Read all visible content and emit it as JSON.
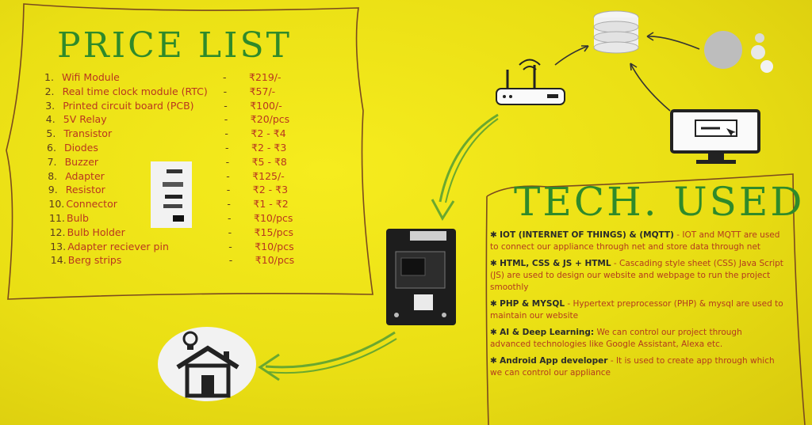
{
  "price_list": {
    "title": "PRICE LIST",
    "items": [
      {
        "num": "1.",
        "name": "Wifi Module",
        "price": "₹219/-"
      },
      {
        "num": "2.",
        "name": "Real time clock module (RTC)",
        "price": "₹57/-"
      },
      {
        "num": "3.",
        "name": "Printed circuit board (PCB)",
        "price": "₹100/-"
      },
      {
        "num": "4.",
        "name": "5V Relay",
        "price": "₹20/pcs"
      },
      {
        "num": "5.",
        "name": "Transistor",
        "price": "₹2 - ₹4"
      },
      {
        "num": "6.",
        "name": "Diodes",
        "price": "₹2 - ₹3"
      },
      {
        "num": "7.",
        "name": "Buzzer",
        "price": "₹5 - ₹8"
      },
      {
        "num": "8.",
        "name": "Adapter",
        "price": "₹125/-"
      },
      {
        "num": "9.",
        "name": "Resistor",
        "price": "₹2 - ₹3"
      },
      {
        "num": "10.",
        "name": "Connector",
        "price": "₹1 - ₹2"
      },
      {
        "num": "11.",
        "name": "Bulb",
        "price": "₹10/pcs"
      },
      {
        "num": "12.",
        "name": "Bulb Holder",
        "price": "₹15/pcs"
      },
      {
        "num": "13.",
        "name": "Adapter reciever pin",
        "price": "₹10/pcs"
      },
      {
        "num": "14.",
        "name": "Berg strips",
        "price": "₹10/pcs"
      }
    ]
  },
  "tech_used": {
    "title": "TECH. USED",
    "items": [
      {
        "head": "IOT (INTERNET OF THINGS) & (MQTT)",
        "text": "- IOT and MQTT are used to connect our appliance through net and store data through net"
      },
      {
        "head": "HTML, CSS & JS + HTML",
        "text": "- Cascading style sheet (CSS) Java Script (JS) are used to design our website and webpage to run the project smoothly"
      },
      {
        "head": "PHP & MYSQL",
        "text": "- Hypertext preprocessor (PHP) & mysql are used to maintain our website"
      },
      {
        "head": "AI & Deep Learning:",
        "text": "We can control our project through advanced technologies like Google Assistant, Alexa etc."
      },
      {
        "head": "Android App developer",
        "text": "- It is used to create app through which we can control our appliance"
      }
    ]
  },
  "colors": {
    "paper": "#f2e619",
    "title_green": "#2f8a2a",
    "ink_red": "#c2331c",
    "ink_brown": "#5a3b1c",
    "arrow_green": "#6aa82f"
  },
  "icons": [
    "router-icon",
    "database-icon",
    "cloud-icon",
    "computer-monitor-icon",
    "microcontroller-board-icon",
    "smart-home-icon",
    "components-photo"
  ]
}
